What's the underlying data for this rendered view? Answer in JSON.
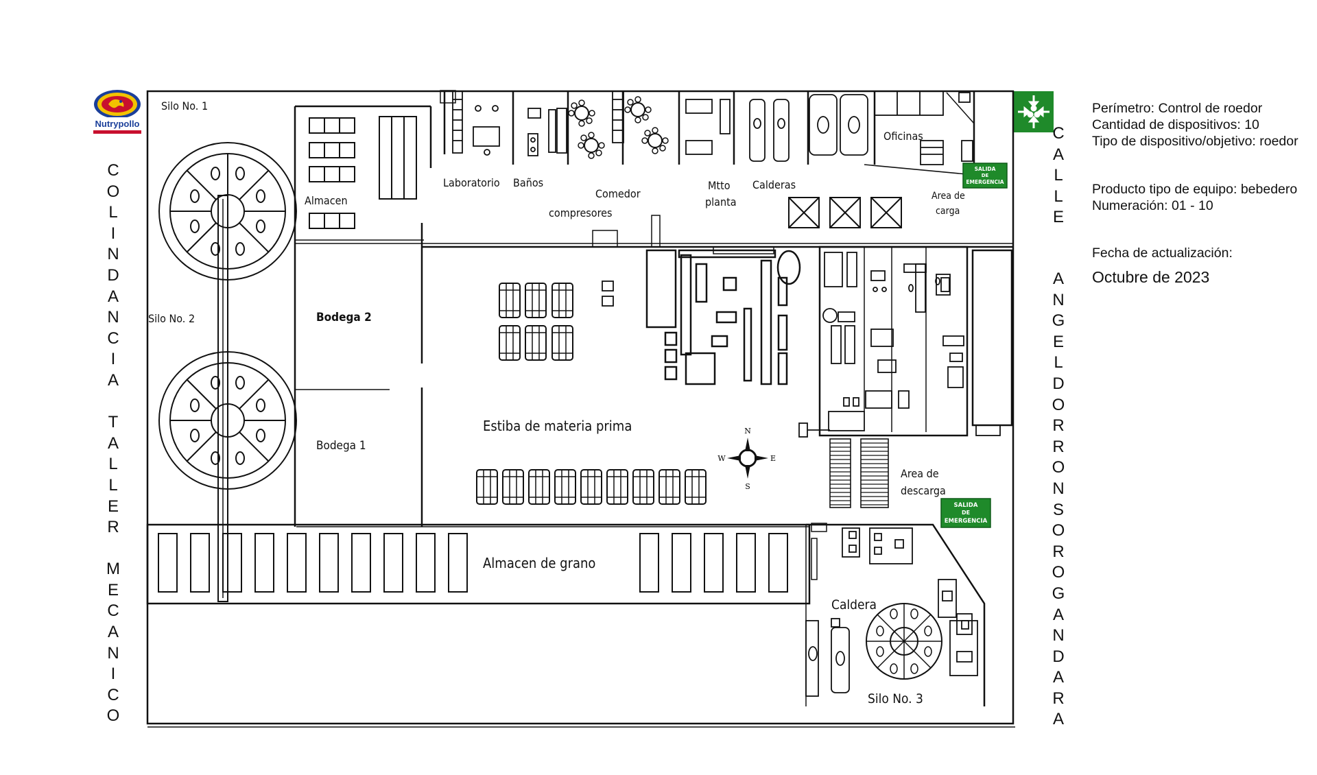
{
  "logo": {
    "text": "Nutrypollo",
    "colors": {
      "red": "#c8102e",
      "yellow": "#f2c200",
      "blue": "#1b3f9a"
    }
  },
  "exit_sign": {
    "line1": "SALIDA",
    "line2": "DE",
    "line3": "EMERGENCIA",
    "color": "#1f8a2a"
  },
  "assembly_icon": "assembly-point-icon",
  "compass": {
    "n": "N",
    "s": "S",
    "e": "E",
    "w": "W"
  },
  "left_street": "C\nO\nL\nI\nN\nD\nA\nN\nC\nI\nA\n\nT\nA\nL\nL\nE\nR\n\nM\nE\nC\nA\nN\nI\nC\nO",
  "right_street_top": "C\nA\nL\nL\nE",
  "right_street_bottom": "A\nN\nG\nE\nL\nD\nO\nR\nR\nO\nN\nS\nO\nR\nO\nG\nA\nN\nD\nA\nR\nA",
  "labels": {
    "silo1": "Silo  No. 1",
    "silo2": "Silo  No. 2",
    "silo3": "Silo  No. 3",
    "almacen": "Almacen",
    "laboratorio": "Laboratorio",
    "banos": "Baños",
    "comedor": "Comedor",
    "compresores": "compresores",
    "mtto": "Mtto",
    "planta": "planta",
    "calderas": "Calderas",
    "oficinas": "Oficinas",
    "area_carga_1": "Area de",
    "area_carga_2": "carga",
    "bodega2": "Bodega 2",
    "bodega1": "Bodega 1",
    "estiba": "Estiba de materia prima",
    "area_descarga_1": "Area de",
    "area_descarga_2": "descarga",
    "almacen_grano": "Almacen de grano",
    "caldera": "Caldera"
  },
  "info": {
    "perimetro": "Perímetro: Control de roedor",
    "cantidad": "Cantidad de dispositivos: 10",
    "tipo": "Tipo de dispositivo/objetivo: roedor",
    "producto": "Producto tipo de equipo: bebedero",
    "numeracion": "Numeración: 01 - 10",
    "fecha_label": "Fecha de actualización:",
    "fecha_valor": "Octubre de 2023"
  }
}
